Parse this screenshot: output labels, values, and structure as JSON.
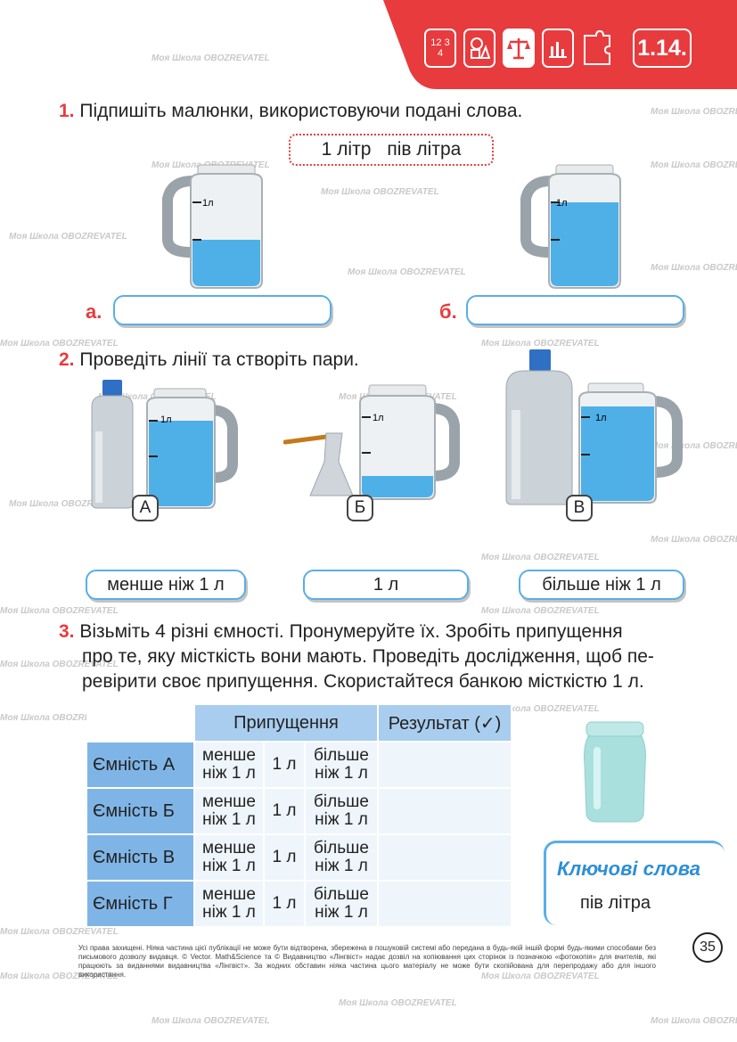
{
  "header": {
    "icons": [
      {
        "name": "numbers-icon",
        "text": "12 34"
      },
      {
        "name": "shapes-icon",
        "text": ""
      },
      {
        "name": "scales-icon",
        "text": ""
      },
      {
        "name": "bar-chart-icon",
        "text": ""
      },
      {
        "name": "puzzle-icon",
        "text": ""
      }
    ],
    "lesson_number": "1.14.",
    "accent_color": "#e73b3e"
  },
  "task1": {
    "number": "1.",
    "text": "Підпишіть малюнки, використовуючи подані слова.",
    "words": [
      "1 літр",
      "пів літра"
    ],
    "jar_mark": "1л",
    "answer_a_letter": "а.",
    "answer_b_letter": "б."
  },
  "task2": {
    "number": "2.",
    "text": "Проведіть лінії та створіть пари.",
    "tags": [
      "А",
      "Б",
      "В"
    ],
    "jar_mark": "1л",
    "labels": [
      "менше ніж 1 л",
      "1 л",
      "більше ніж 1 л"
    ]
  },
  "task3": {
    "number": "3.",
    "text_line1": "Візьміть 4 різні ємності. Пронумеруйте їх. Зробіть припущення",
    "text_line2": "про те, яку місткість вони мають. Проведіть дослідження, щоб пе-",
    "text_line3": "ревірити своє припущення. Скористайтеся банкою місткістю 1 л.",
    "table": {
      "header_guess": "Припущення",
      "header_result": "Результат (✓)",
      "rows": [
        {
          "label": "Ємність А",
          "less": "менше ніж 1 л",
          "eq": "1 л",
          "more": "більше ніж 1 л"
        },
        {
          "label": "Ємність Б",
          "less": "менше ніж 1 л",
          "eq": "1 л",
          "more": "більше ніж 1 л"
        },
        {
          "label": "Ємність В",
          "less": "менше ніж 1 л",
          "eq": "1 л",
          "more": "більше ніж 1 л"
        },
        {
          "label": "Ємність Г",
          "less": "менше ніж 1 л",
          "eq": "1 л",
          "more": "більше ніж 1 л"
        }
      ]
    }
  },
  "keywords": {
    "title": "Ключові слова",
    "word": "пів літра"
  },
  "page_number": "35",
  "footer": "Усі права захищені. Ніяка частина цієї публікації не може бути відтворена, збережена в пошуковій системі або передана в будь-якій іншій формі будь-якими способами без письмового дозволу видавця. © Vector. Math&Science та © Видавництво «Лінгвіст» надає дозвіл на копіювання цих сторінок із позначкою «фотокопія» для вчителів, які працюють за виданнями видавництва «Лінгвіст». За жодних обставин ніяка частина цього матеріалу не може бути скопійована для перепродажу або для іншого використання.",
  "watermarks": {
    "school": "Моя Школа",
    "brand": "OBOZREVATEL"
  }
}
